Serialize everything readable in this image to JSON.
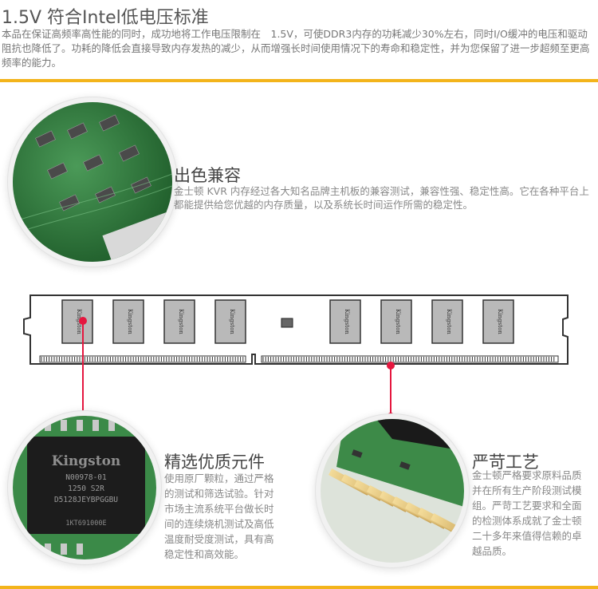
{
  "header": {
    "title": "1.5V 符合Intel低电压标准",
    "description": "本品在保证高频率高性能的同时，成功地将工作电压限制在　1.5V，可使DDR3内存的功耗减少30%左右，同时I/O缓冲的电压和驱动阻抗也降低了。功耗的降低会直接导致内存发热的减少，从而增强长时间使用情况下的寿命和稳定性，并为您保留了进一步超频至更高频率的能力。"
  },
  "features": [
    {
      "title": "出色兼容",
      "text": "金士顿 KVR 内存经过各大知名品牌主机板的兼容测试，兼容性强、稳定性高。它在各种平台上都能提供给您优越的内存质量，以及系统长时间运作所需的稳定性。"
    },
    {
      "title": "精选优质元件",
      "text": "使用原厂颗粒，通过严格的测试和筛选试验。针对市场主流系统平台做长时间的连续烧机测试及高低温度耐受度测试，具有高稳定性和高效能。"
    },
    {
      "title": "严苛工艺",
      "text": "金士顿严格要求原料品质并在所有生产阶段测试模组。严苛工艺要求和全面的检测体系成就了金士顿二十多年来值得信赖的卓越品质。"
    }
  ],
  "chip": {
    "brand": "Kingston",
    "line1": "N00978-01",
    "line2": "1250    S2R",
    "line3": "D5128JEYBPGGBU",
    "line4": "1KT691000E"
  },
  "module_chip_label": "Kingston",
  "colors": {
    "accent": "#f3b41b",
    "pointer": "#e5173f",
    "pcb": "#2f7a3a"
  }
}
